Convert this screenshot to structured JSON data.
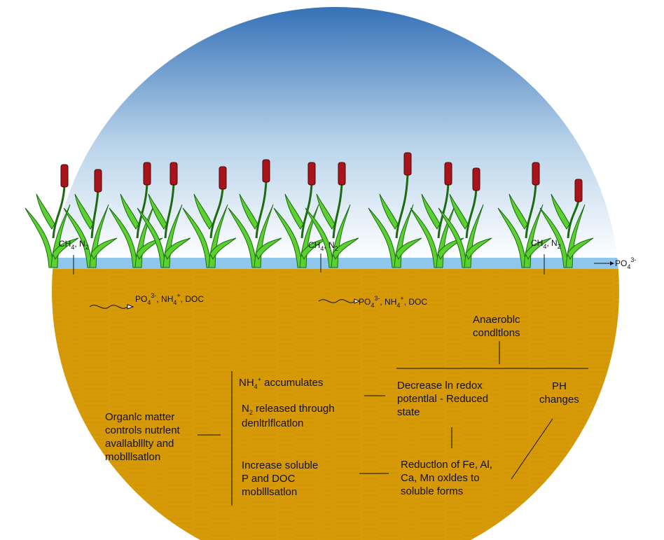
{
  "colors": {
    "sky_top": "#2f6db5",
    "sky_bottom": "#ffffff",
    "water": "#8ec6ec",
    "soil": "#d79a07",
    "stem": "#5ad12e",
    "cattail_head": "#a8141a"
  },
  "gas_labels": [
    {
      "part1": "CH",
      "sub1": "4",
      "part2": ", N",
      "sub2": "2"
    },
    {
      "part1": "CH",
      "sub1": "4",
      "part2": ", N",
      "sub2": "2"
    },
    {
      "part1": "CH",
      "sub1": "4",
      "part2": ", N",
      "sub2": "2"
    }
  ],
  "phosphate_out": {
    "text": "PO",
    "sub": "4",
    "sup": "3-"
  },
  "nutrient_labels": [
    {
      "po": "PO",
      "po_sub": "4",
      "po_sup": "3-",
      "nh": ", NH",
      "nh_sub": "4",
      "nh_sup": "+",
      "rest": ", DOC"
    },
    {
      "po": "PO",
      "po_sub": "4",
      "po_sup": "3-",
      "nh": ", NH",
      "nh_sub": "4",
      "nh_sup": "+",
      "rest": ", DOC"
    }
  ],
  "process": {
    "anaerobic": [
      "Anaeroblc",
      "condltlons"
    ],
    "ph_changes": [
      "PH",
      "changes"
    ],
    "redox": [
      "Decrease ln redox",
      "potentlal - Reduced",
      "state"
    ],
    "reduction": [
      "Reductlon of Fe, Al,",
      "Ca, Mn oxldes to",
      "soluble forms"
    ],
    "nh4_text": "NH",
    "nh4_sub": "4",
    "nh4_sup": "+",
    "nh4_rest": " accumulates",
    "n2_line1_a": "N",
    "n2_sub": "2",
    "n2_line1_b": " released through",
    "n2_line2": "denltrlflcatlon",
    "soluble": [
      "Increase soluble",
      "P and DOC",
      "moblllsatlon"
    ],
    "organic": [
      "Organlc matter",
      "controls nutrlent",
      "avallablllty and",
      "moblllsatlon"
    ]
  }
}
